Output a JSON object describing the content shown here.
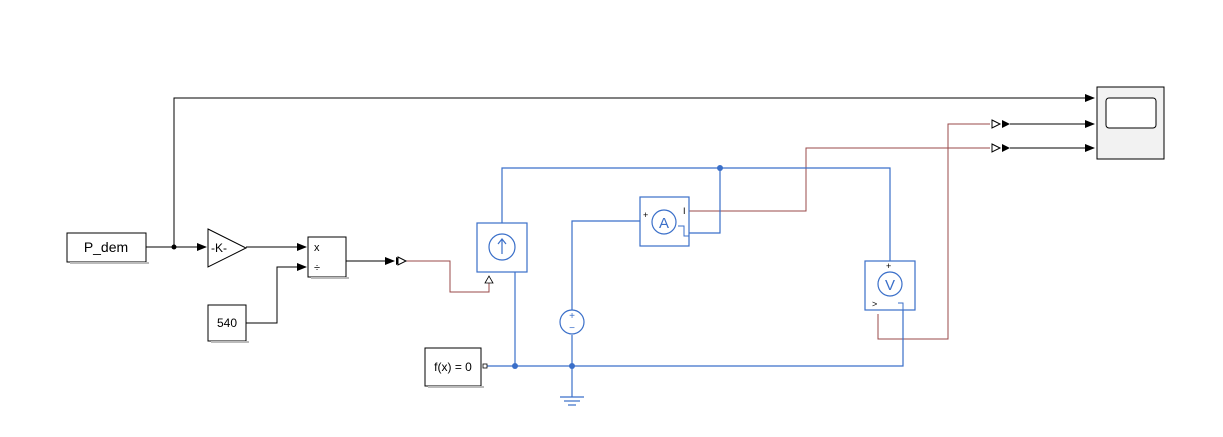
{
  "blocks": {
    "p_dem": "P_dem",
    "gain": "-K-",
    "product_mul": "x",
    "product_div": "÷",
    "constant": "540",
    "solver": "f(x) = 0",
    "ammeter_symbol": "A",
    "ammeter_plus": "+",
    "ammeter_port": "I",
    "voltmeter_symbol": "V",
    "voltmeter_plus": "+",
    "voltmeter_port": ">",
    "dc_plus": "+",
    "dc_minus": "−"
  },
  "colors": {
    "signal": "#000000",
    "physical": "#3a6fc9",
    "ps_signal": "#9a4848",
    "block_border": "#000000",
    "ps_block_border": "#3a6fc9"
  }
}
